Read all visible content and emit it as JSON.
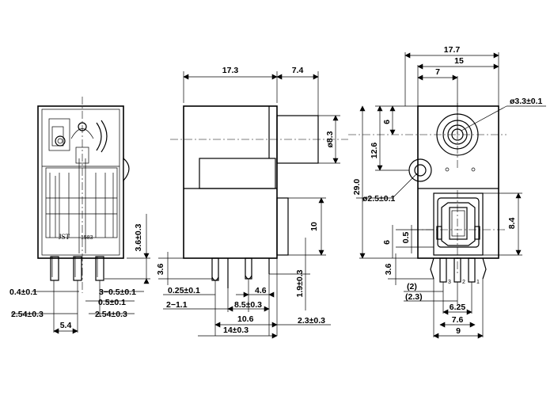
{
  "front_view": {
    "marking": "JST",
    "part_number": "1583",
    "dims": {
      "height": "3.6±0.3",
      "pin_width": "0.4±0.1",
      "pitch": "2.54±0.3",
      "pitch_right": "2.54±0.3",
      "pin_row": "5.4",
      "lead_dia": "3−0.5±0.1",
      "lead_w": "0.5±0.1"
    }
  },
  "side_view": {
    "dims": {
      "body_len": "17.3",
      "sleeve_len": "7.4",
      "sleeve_dia": "ø8.3",
      "window_h": "10",
      "standoff": "3.6",
      "pin_t": "0.25±0.1",
      "pin_ref": "2−1.1",
      "pin_offset": "4.6",
      "pin_gap": "8.5±0.3",
      "span": "10.6",
      "tail": "2.3±0.3",
      "overall": "14±0.3",
      "pin_len": "1.9±0.3"
    }
  },
  "rear_view": {
    "pin_numbers": [
      "1",
      "2",
      "3"
    ],
    "dims": {
      "width": "17.7",
      "body_w": "15",
      "jack_x": "7",
      "jack_y": "6",
      "jack_y2": "12.6",
      "height": "29.0",
      "jack_hole": "ø3.3±0.1",
      "boss_hole": "ø2.5±0.1",
      "port_h": "8.4",
      "port_y": "6",
      "port_y2": "0.5",
      "standoff": "3.6",
      "ref1": "(2)",
      "ref2": "(2.3)",
      "pin_span": "6.25",
      "pin_span2": "7.6",
      "base_w": "9"
    }
  }
}
